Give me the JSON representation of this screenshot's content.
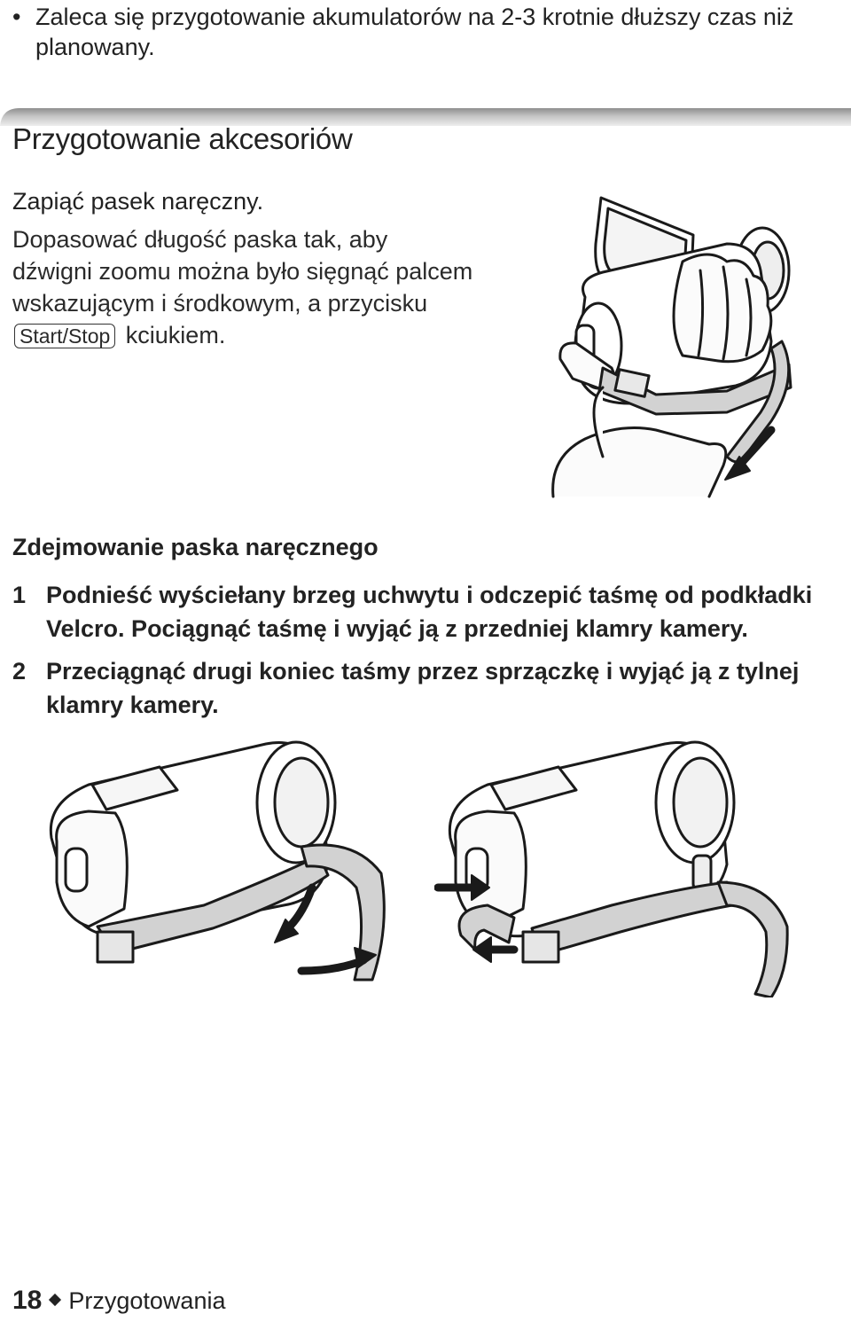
{
  "bullet": {
    "symbol": "•",
    "text": "Zaleca się przygotowanie akumulatorów na 2-3 krotnie dłuższy czas niż planowany."
  },
  "section": {
    "title": "Przygotowanie akcesoriów"
  },
  "strap": {
    "heading": "Zapiąć pasek naręczny.",
    "text_before_key": "Dopasować długość paska tak, aby dźwigni zoomu można było sięgnąć palcem wskazującym i środkowym, a przycisku",
    "key_label": "Start/Stop",
    "text_after_key": "kciukiem."
  },
  "removal": {
    "heading": "Zdejmowanie paska naręcznego",
    "steps": [
      {
        "num": "1",
        "text": "Podnieść wyściełany brzeg uchwytu i odczepić taśmę od podkładki Velcro. Pociągnąć taśmę i wyjąć ją z przedniej klamry kamery."
      },
      {
        "num": "2",
        "text": "Przeciągnąć drugi koniec taśmy przez sprzączkę i wyjąć ją z tylnej klamry kamery."
      }
    ]
  },
  "footer": {
    "page_number": "18",
    "section_name": "Przygotowania"
  },
  "colors": {
    "text": "#222222",
    "bar_light": "#d9d9d9",
    "bar_dark": "#9a9a9a"
  },
  "figures": {
    "hand_camera": "camera-in-hand-illustration",
    "remove_step_1": "camcorder-strap-lift-illustration",
    "remove_step_2": "camcorder-strap-buckle-illustration"
  }
}
